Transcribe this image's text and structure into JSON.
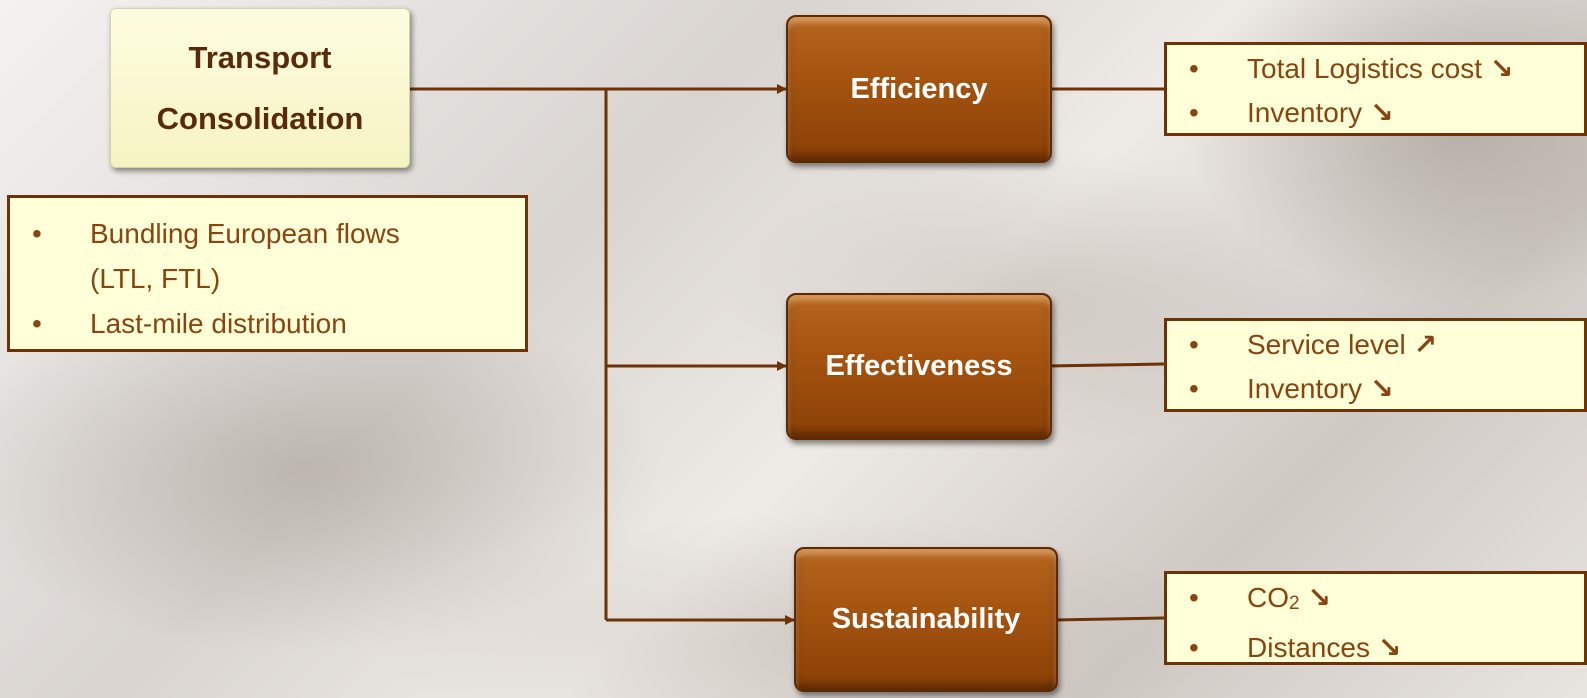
{
  "root": {
    "line1": "Transport",
    "line2": "Consolidation"
  },
  "scope": {
    "items": [
      {
        "line1": "Bundling European flows",
        "line2": "(LTL, FTL)"
      },
      {
        "line1": "Last-mile distribution"
      }
    ]
  },
  "outcomes": [
    {
      "label": "Efficiency",
      "effects": [
        {
          "text": "Total Logistics cost",
          "arrow": "↘"
        },
        {
          "text": "Inventory",
          "arrow": "↘"
        }
      ]
    },
    {
      "label": "Effectiveness",
      "effects": [
        {
          "text": "Service level",
          "arrow": "↗"
        },
        {
          "text": "Inventory",
          "arrow": "↘"
        }
      ]
    },
    {
      "label": "Sustainability",
      "effects": [
        {
          "text": "CO",
          "sub": "2",
          "arrow": "↘"
        },
        {
          "text": "Distances",
          "arrow": "↘"
        }
      ]
    }
  ],
  "colors": {
    "line": "#6e3207",
    "box": "#a4530f",
    "note_fill": "#ffffd8",
    "text": "#8a4410"
  }
}
